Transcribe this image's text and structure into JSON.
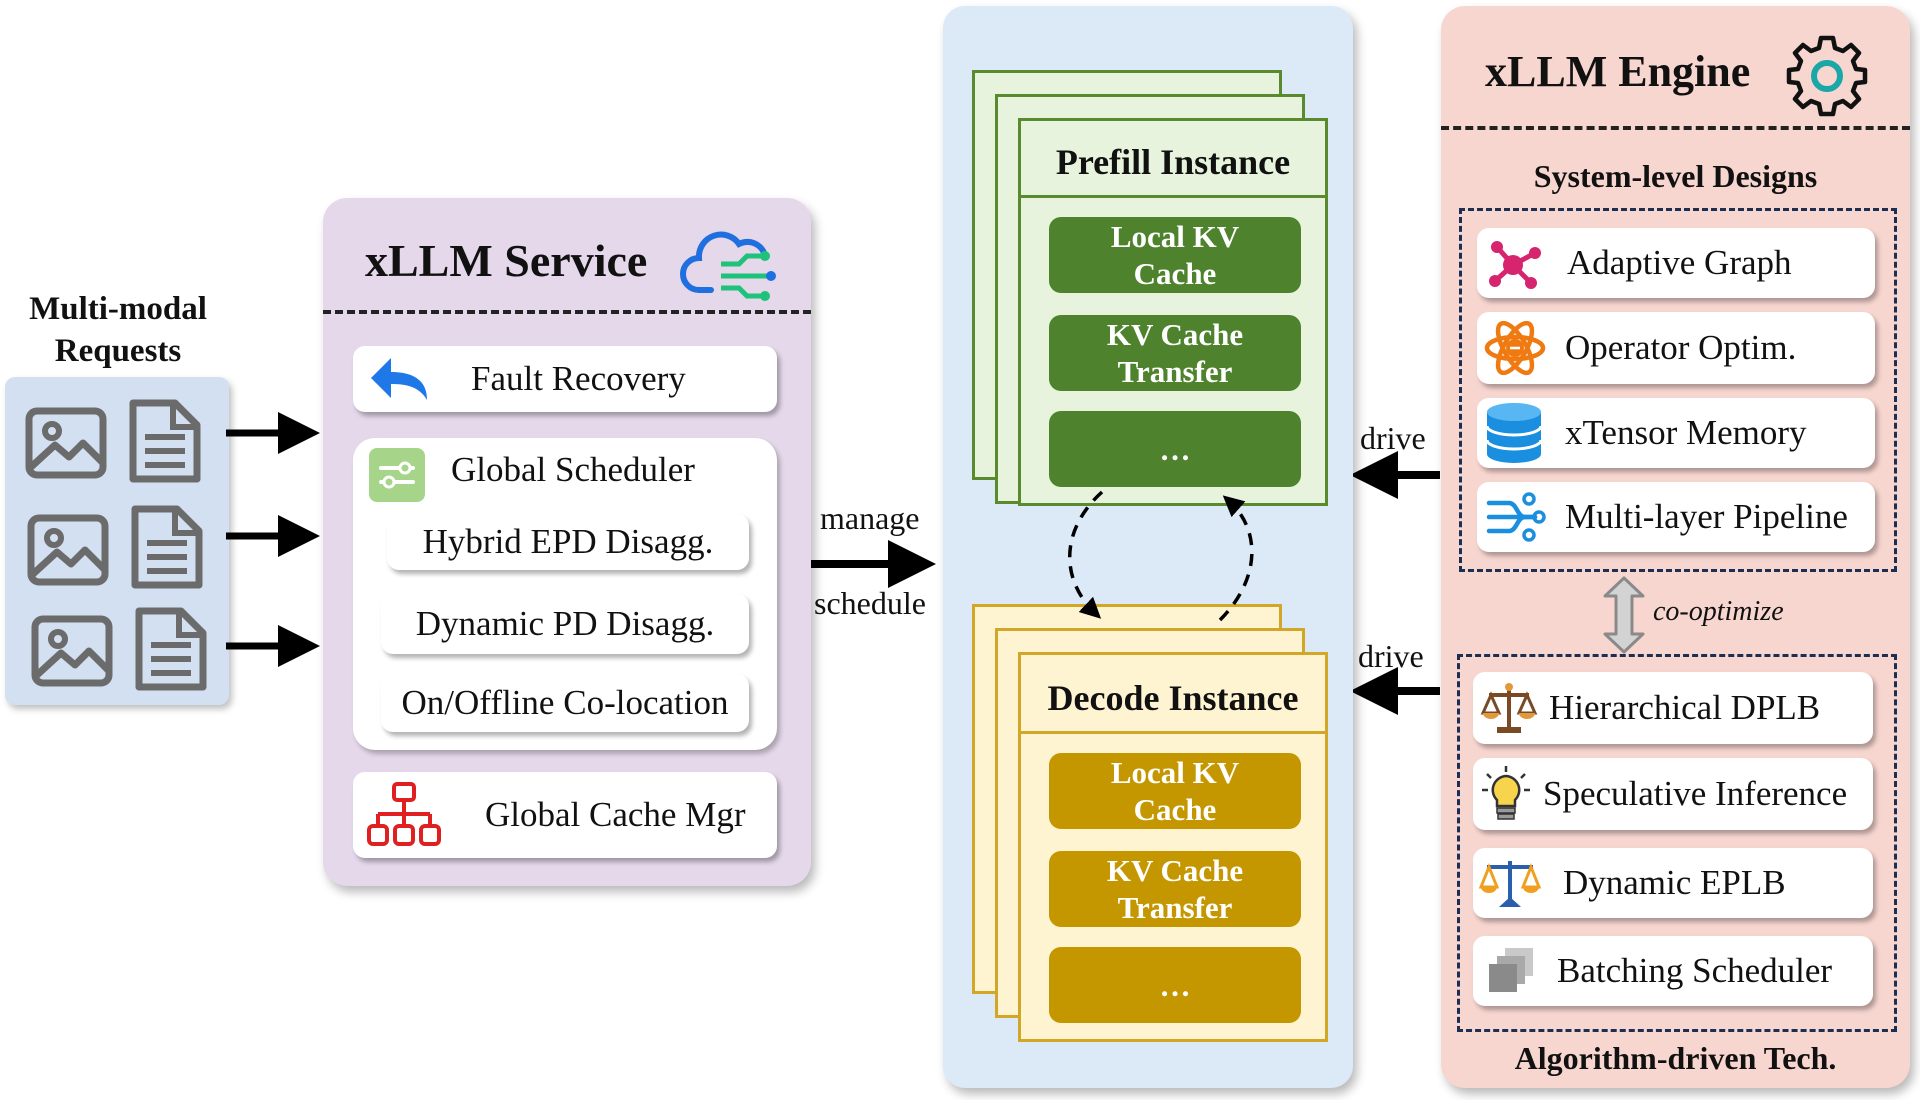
{
  "requests": {
    "title_line1": "Multi-modal",
    "title_line2": "Requests"
  },
  "service": {
    "title": "xLLM Service",
    "fault_recovery": "Fault Recovery",
    "global_scheduler": "Global Scheduler",
    "scheduler_items": [
      "Hybrid EPD Disagg.",
      "Dynamic PD Disagg.",
      "On/Offline Co-location"
    ],
    "global_cache_mgr": "Global Cache Mgr"
  },
  "arrows": {
    "manage": "manage",
    "schedule": "schedule",
    "drive_top": "drive",
    "drive_bottom": "drive",
    "co_optimize": "co-optimize"
  },
  "prefill": {
    "title": "Prefill Instance",
    "items": [
      "Local KV\nCache",
      "KV Cache\nTransfer",
      "…"
    ]
  },
  "decode": {
    "title": "Decode Instance",
    "items": [
      "Local KV\nCache",
      "KV Cache\nTransfer",
      "…"
    ]
  },
  "engine": {
    "title": "xLLM Engine",
    "system_title": "System-level Designs",
    "system_items": [
      "Adaptive Graph",
      "Operator Optim.",
      "xTensor Memory",
      "Multi-layer Pipeline"
    ],
    "algo_items": [
      "Hierarchical DPLB",
      "Speculative Inference",
      "Dynamic EPLB",
      "Batching Scheduler"
    ],
    "algo_title": "Algorithm-driven Tech."
  },
  "colors": {
    "requests_bg": "#d3e0f2",
    "service_bg": "#e4d8ea",
    "instances_bg": "#dce9f6",
    "engine_bg": "#f8d6d0",
    "prefill_bg": "#e7f3dc",
    "prefill_border": "#5a8a2e",
    "prefill_box": "#4e822d",
    "decode_bg": "#fff4d2",
    "decode_border": "#d2a626",
    "decode_box": "#c49700"
  }
}
